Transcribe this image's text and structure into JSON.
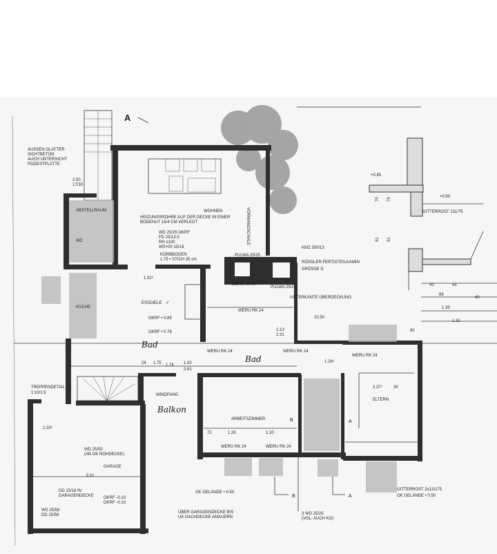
{
  "plan": {
    "section_marks": {
      "a_top": "A",
      "a_right": "A",
      "a_bottom": "A",
      "b_bottom": "B",
      "b_mid": "B"
    },
    "rooms": {
      "wohnen": "WOHNEN",
      "essdiele": "ESSDIELE",
      "kueche": "KÜCHE",
      "arbeitszimmer": "ARBEITSZIMMER",
      "eltern": "ELTERN",
      "windfang": "WINDFANG",
      "garage": "GARAGE",
      "wc": "WC",
      "abstellraum": "ABSTELLRAUM"
    },
    "handwritten": {
      "bad_1": "Bad",
      "bad_2": "Bad",
      "balkon": "Balkon",
      "check_marks": "✓"
    },
    "notes": {
      "aussen": [
        "AUSSEN GLATTER",
        "SICHTBETON",
        "AUCH UNTERSICHT",
        "PODESTPLATTE"
      ],
      "heizung": [
        "HEIZUNGSROHRE AUF DER DECKE IN EINER",
        "BODENUT 15/4 CM VERLEGT"
      ],
      "lintels": [
        "WD 25/25 OKRF",
        "FD 25/13.5",
        "RH ±100",
        "WS+00 15/18"
      ],
      "korbbogen": [
        "KORBBOGEN",
        "1.75 • STICH 35 cm"
      ],
      "kamin_kmz": "KMZ 350/13",
      "kamin": [
        "RÖSSLER FERTIGTEILKAMIN",
        "GRÖSSE D"
      ],
      "ueberdeckung": "UNTERKANTE ÜBERDECKUNG",
      "gitterrost_1": "GITTERROST 131/75",
      "gitterrost_2": "GITTERROST 2x131/75",
      "ok_gelaende_1": "OK GELÄNDE • 0.50",
      "ok_gelaende_2": "OK GELÄNDE • 0.50",
      "treppendetail": [
        "TREPPENDETAIL",
        "1:10/1:5"
      ],
      "garage_wd": [
        "WD 25/50",
        "(AB OK ROHDECKE)"
      ],
      "garagendecke": [
        "DD 15/18 IN",
        "GARAGENDECKE"
      ],
      "garage_ws": [
        "WS 25/59",
        "DD 25/59"
      ],
      "okrf_garage": [
        "OKRF -0.10",
        "OKRF -0.13"
      ],
      "okrf_essdiele": [
        "OKRF • 0.85",
        "OKRF • 0.78"
      ],
      "ueber_garage": [
        "ÜBER GARAGENDECKE BIS",
        "UK DACHDECKE AMAUERN"
      ],
      "wd_bottom": [
        "3 WD 25/25",
        "(VGL. AUCH KG)"
      ],
      "weru": [
        "WERU RK 24",
        "WERU RK 24",
        "WERU RK 24",
        "WERU RK 24",
        "WERU RK 24",
        "WERU RK 24",
        "WERU RK 24"
      ],
      "pulwa": [
        "PULWA 25/25",
        "PULWA 25/20"
      ],
      "hauswand": "VORWANDSCHALE"
    },
    "levels": {
      "plus085": "+0.85",
      "plus050": "+0.50"
    },
    "dimensions": {
      "d1050": "10.50",
      "d174": "1.74",
      "d175": "1.75",
      "d261": "2.61",
      "d100": "1.00",
      "d24": "24",
      "d1265": "1.26⁵",
      "d2335": "2.33⁵",
      "d1325": "1.32⁵",
      "d43a": "43",
      "d43b": "43",
      "d86": "86",
      "d40": "40",
      "d135": "1.35",
      "d131": "1.31",
      "d250": "2.50",
      "d1750": "17/30",
      "d501": "5.01",
      "d72": "72",
      "d126": "1.26",
      "d120": "1.20",
      "d3375": "3.37⁵",
      "d213": "2.13",
      "d231": "2.31",
      "d90": "90",
      "d30": "30",
      "d70a": "70",
      "d70b": "70",
      "d51a": "51",
      "d51b": "51"
    }
  }
}
